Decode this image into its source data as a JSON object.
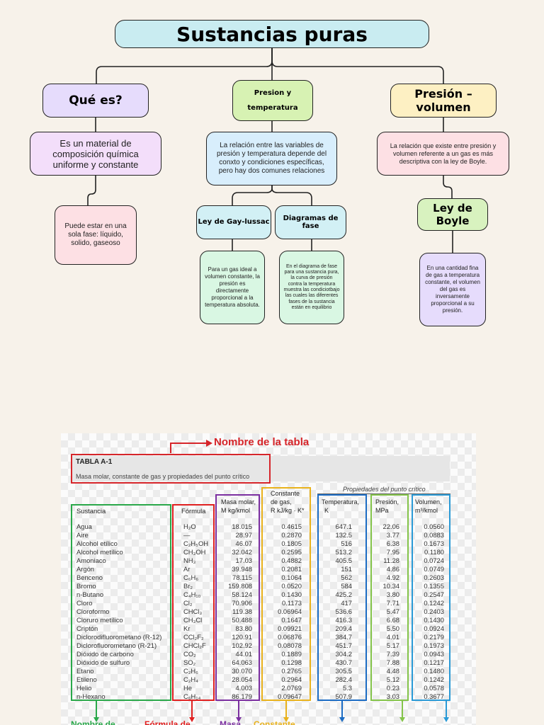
{
  "map": {
    "title": "Sustancias puras",
    "que_es": {
      "heading": "Qué es?",
      "definition": "Es un material de composición química uniforme y constante",
      "phase": "Puede estar en una sola fase: líquido, solido, gaseoso"
    },
    "presion_temp": {
      "heading": "Presion y temperatura",
      "description": "La relación entre las variables de presión y temperatura depende del conxto y condiciones específicas, pero hay dos comunes relaciones",
      "gay_lussac": {
        "heading": "Ley de Gay-lussac",
        "text": "Para un gas ideal a volumen constante, la presión es directamente proporcional a la temperatura absoluta."
      },
      "diagramas": {
        "heading": "Diagramas de fase",
        "text": "En el diagrama de fase para una sustancia pura, la curva de presión contra la temperatura muestra las condiciotbajo las cuales las diferentes fases de la sustancia están en equilibrio"
      }
    },
    "presion_vol": {
      "heading": "Presión – volumen",
      "description": "La relación que existe entre presión y volumen  referente a un gas es más descriptiva con la ley de Boyle.",
      "boyle": {
        "heading": "Ley de Boyle",
        "text": "En una cantidad fina de gas a temperatura constante, el volumen del gas es inversamente proporcional a su presión."
      }
    }
  },
  "table_figure": {
    "annotation_top": "Nombre de la tabla",
    "table_id": "TABLA A-1",
    "table_caption": "Masa molar, constante de gas y propiedades del punto crítico",
    "critical_header": "Propiedades del punto crítico",
    "headers": {
      "sustancia": "Sustancia",
      "formula": "Fórmula",
      "masa_l1": "Masa molar,",
      "masa_l2": "M kg/kmol",
      "const_l1": "Constante",
      "const_l2": "de gas,",
      "const_l3": "R kJ/kg · K*",
      "temp_l1": "Temperatura,",
      "temp_l2": "K",
      "pres_l1": "Presión,",
      "pres_l2": "MPa",
      "vol_l1": "Volumen,",
      "vol_l2": "m³/kmol"
    },
    "rows": [
      {
        "sustancia": "Agua",
        "formula": "H₂O",
        "masa": "18.015",
        "r": "0.4615",
        "t": "647.1",
        "p": "22.06",
        "v": "0.0560"
      },
      {
        "sustancia": "Aire",
        "formula": "—",
        "masa": "28.97",
        "r": "0.2870",
        "t": "132.5",
        "p": "3.77",
        "v": "0.0883"
      },
      {
        "sustancia": "Alcohol etílico",
        "formula": "C₂H₅OH",
        "masa": "46.07",
        "r": "0.1805",
        "t": "516",
        "p": "6.38",
        "v": "0.1673"
      },
      {
        "sustancia": "Alcohol metílico",
        "formula": "CH₃OH",
        "masa": "32.042",
        "r": "0.2595",
        "t": "513.2",
        "p": "7.95",
        "v": "0.1180"
      },
      {
        "sustancia": "Amoniaco",
        "formula": "NH₃",
        "masa": "17.03",
        "r": "0.4882",
        "t": "405.5",
        "p": "11.28",
        "v": "0.0724"
      },
      {
        "sustancia": "Argón",
        "formula": "Ar",
        "masa": "39.948",
        "r": "0.2081",
        "t": "151",
        "p": "4.86",
        "v": "0.0749"
      },
      {
        "sustancia": "Benceno",
        "formula": "C₆H₆",
        "masa": "78.115",
        "r": "0.1064",
        "t": "562",
        "p": "4.92",
        "v": "0.2603"
      },
      {
        "sustancia": "Bromo",
        "formula": "Br₂",
        "masa": "159.808",
        "r": "0.0520",
        "t": "584",
        "p": "10.34",
        "v": "0.1355"
      },
      {
        "sustancia": "n-Butano",
        "formula": "C₄H₁₀",
        "masa": "58.124",
        "r": "0.1430",
        "t": "425.2",
        "p": "3.80",
        "v": "0.2547"
      },
      {
        "sustancia": "Cloro",
        "formula": "Cl₂",
        "masa": "70.906",
        "r": "0.1173",
        "t": "417",
        "p": "7.71",
        "v": "0.1242"
      },
      {
        "sustancia": "Cloroformo",
        "formula": "CHCl₃",
        "masa": "119.38",
        "r": "0.06964",
        "t": "536.6",
        "p": "5.47",
        "v": "0.2403"
      },
      {
        "sustancia": "Cloruro metílico",
        "formula": "CH₃Cl",
        "masa": "50.488",
        "r": "0.1647",
        "t": "416.3",
        "p": "6.68",
        "v": "0.1430"
      },
      {
        "sustancia": "Criptón",
        "formula": "Kr",
        "masa": "83.80",
        "r": "0.09921",
        "t": "209.4",
        "p": "5.50",
        "v": "0.0924"
      },
      {
        "sustancia": "Diclorodifluorometano (R-12)",
        "formula": "CCl₂F₂",
        "masa": "120.91",
        "r": "0.06876",
        "t": "384.7",
        "p": "4.01",
        "v": "0.2179"
      },
      {
        "sustancia": "Diclorofluorometano (R-21)",
        "formula": "CHCl₂F",
        "masa": "102.92",
        "r": "0.08078",
        "t": "451.7",
        "p": "5.17",
        "v": "0.1973"
      },
      {
        "sustancia": "Dióxido de carbono",
        "formula": "CO₂",
        "masa": "44.01",
        "r": "0.1889",
        "t": "304.2",
        "p": "7.39",
        "v": "0.0943"
      },
      {
        "sustancia": "Dióxido de sulfuro",
        "formula": "SO₂",
        "masa": "64.063",
        "r": "0.1298",
        "t": "430.7",
        "p": "7.88",
        "v": "0.1217"
      },
      {
        "sustancia": "Etano",
        "formula": "C₂H₆",
        "masa": "30.070",
        "r": "0.2765",
        "t": "305.5",
        "p": "4.48",
        "v": "0.1480"
      },
      {
        "sustancia": "Etileno",
        "formula": "C₂H₄",
        "masa": "28.054",
        "r": "0.2964",
        "t": "282.4",
        "p": "5.12",
        "v": "0.1242"
      },
      {
        "sustancia": "Helio",
        "formula": "He",
        "masa": "4.003",
        "r": "2.0769",
        "t": "5.3",
        "p": "0.23",
        "v": "0.0578"
      },
      {
        "sustancia": "n-Hexano",
        "formula": "C₆H₁₄",
        "masa": "86.179",
        "r": "0.09647",
        "t": "507.9",
        "p": "3.03",
        "v": "0.3677"
      }
    ],
    "bottom_labels": {
      "nombre": "Nombre de",
      "formula": "Fórmula de",
      "masa": "Masa",
      "constante": "Constante"
    },
    "colors": {
      "nombre_tabla": "#d6252a",
      "sustancia": "#2aa84a",
      "formula": "#e02020",
      "masa": "#7b2fa0",
      "constante": "#e9b21c",
      "temperatura": "#1c6cc4",
      "presion": "#84c44a",
      "volumen": "#2a9ad6"
    }
  }
}
